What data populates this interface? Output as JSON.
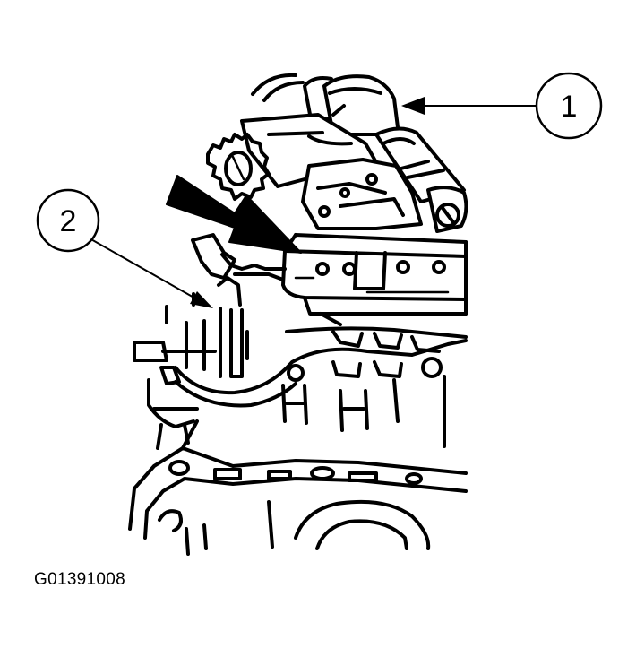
{
  "callouts": [
    {
      "label": "1"
    },
    {
      "label": "2"
    }
  ],
  "figure_id": "G01391008",
  "colors": {
    "ink": "#000000",
    "paper": "#ffffff"
  }
}
